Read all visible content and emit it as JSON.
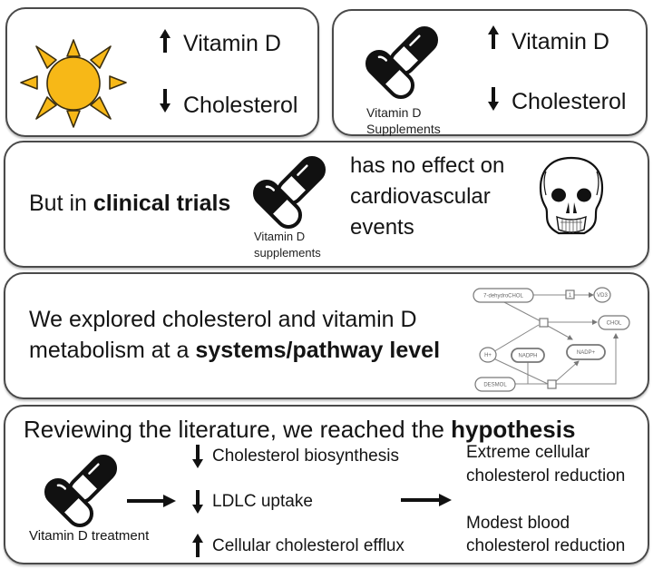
{
  "panel_sun": {
    "icon": "sun-icon",
    "rows": [
      {
        "arrow": "up",
        "label": "Vitamin D"
      },
      {
        "arrow": "down",
        "label": "Cholesterol"
      }
    ]
  },
  "panel_supplements": {
    "icon": "pill-icon",
    "caption_line1": "Vitamin D",
    "caption_line2": "Supplements",
    "rows": [
      {
        "arrow": "up",
        "label": "Vitamin D"
      },
      {
        "arrow": "down",
        "label": "Cholesterol"
      }
    ]
  },
  "panel_trials": {
    "prefix": "But in ",
    "emphasis": "clinical trials",
    "pill_caption_line1": "Vitamin D",
    "pill_caption_line2": "supplements",
    "effect_line1": "has no effect on",
    "effect_line2": "cardiovascular",
    "effect_line3": "events",
    "icon": "skull-icon"
  },
  "panel_systems": {
    "line1": "We explored cholesterol and vitamin D",
    "line2_prefix": "metabolism at a ",
    "line2_emphasis": "systems/pathway level",
    "pathway": {
      "nodes": [
        "7-dehydroCHOL",
        "VD3",
        "CHOL",
        "H+",
        "NADPH",
        "NADP+",
        "DESMOL"
      ],
      "reaction_label": "1"
    }
  },
  "panel_hypothesis": {
    "title_prefix": "Reviewing the literature, we reached the ",
    "title_emphasis": "hypothesis",
    "treatment_label": "Vitamin D treatment",
    "effects": [
      {
        "arrow": "down",
        "label": "Cholesterol biosynthesis"
      },
      {
        "arrow": "down",
        "label": "LDLC uptake"
      },
      {
        "arrow": "up",
        "label": "Cellular cholesterol efflux"
      }
    ],
    "outcome1_line1": "Extreme cellular",
    "outcome1_line2": "cholesterol reduction",
    "outcome2_line1": "Modest blood",
    "outcome2_line2": "cholesterol reduction"
  },
  "colors": {
    "sun_fill": "#F7B817",
    "sun_stroke": "#3a2e10",
    "ink": "#141414",
    "border": "#4a4a4a"
  }
}
